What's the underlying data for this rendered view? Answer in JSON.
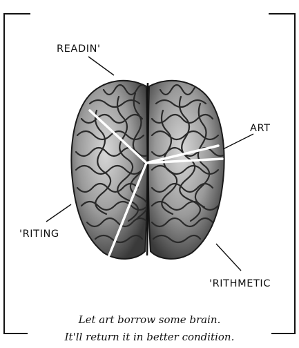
{
  "diagram": {
    "labels": {
      "reading": "READIN'",
      "art": "ART",
      "writing": "'RITING",
      "arithmetic": "'RITHMETIC"
    },
    "caption": {
      "line1": "Let art borrow some brain.",
      "line2": "It'll return it in better condition."
    },
    "colors": {
      "ink": "#111111",
      "brain_dark": "#2a2a2a",
      "brain_mid": "#7a7a7a",
      "brain_light": "#d8d8d8",
      "divider": "#ffffff"
    }
  }
}
